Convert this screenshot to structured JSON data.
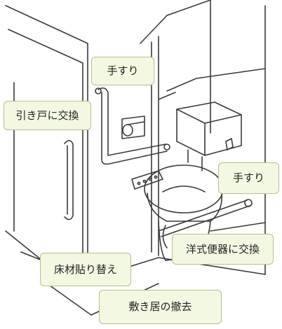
{
  "labels": {
    "handrail_top": "手すり",
    "sliding_door": "引き戸に交換",
    "handrail_right": "手すり",
    "western_toilet": "洋式便器に交換",
    "floor_replace": "床材貼り替え",
    "threshold_removal": "敷き居の撤去"
  },
  "colors": {
    "label_bg": "#f3f8e3",
    "label_border": "#b4c08a",
    "line_art": "#3a3a3a"
  }
}
